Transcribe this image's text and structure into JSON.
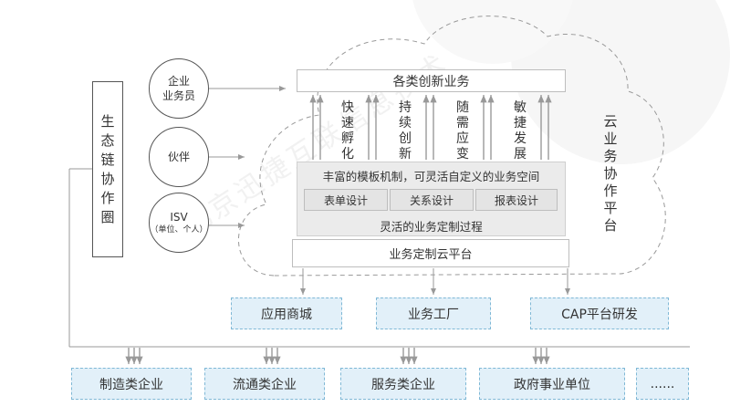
{
  "ecosystem": {
    "label": "生态链协作圈"
  },
  "actors": {
    "enterprise_staff": [
      "企业",
      "业务员"
    ],
    "partner": "伙伴",
    "isv": "ISV",
    "isv_note": "（单位、个人）"
  },
  "cloud_label": "云业务协作平台",
  "top_box": "各类创新业务",
  "benefits": [
    {
      "label": "快速孵化"
    },
    {
      "label": "持续创新"
    },
    {
      "label": "随需应变"
    },
    {
      "label": "敏捷发展"
    }
  ],
  "template_mechanism": "丰富的模板机制，可灵活自定义的业务空间",
  "designs": [
    "表单设计",
    "关系设计",
    "报表设计"
  ],
  "custom_process": "灵活的业务定制过程",
  "cloud_platform": "业务定制云平台",
  "outputs": [
    "应用商城",
    "业务工厂",
    "CAP平台研发"
  ],
  "customers": [
    "制造类企业",
    "流通类企业",
    "服务类企业",
    "政府事业单位",
    "......"
  ],
  "watermark": "北京迅捷互联信息技术",
  "colors": {
    "blue_fill": "#e2f0f9",
    "blue_border": "#7fb8d6",
    "line": "#999999"
  }
}
